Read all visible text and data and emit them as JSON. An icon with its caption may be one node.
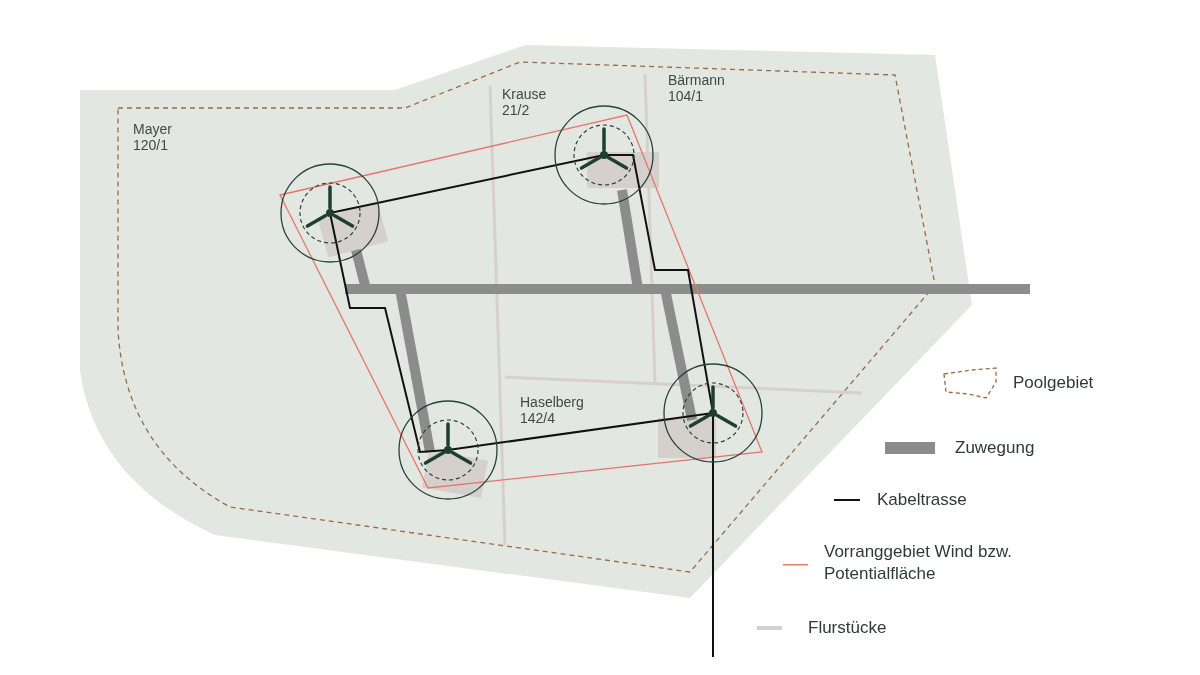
{
  "diagram": {
    "labels": [
      "Mayer 120/1",
      "Krause 21/2",
      "Bärmann 104/1",
      "Haselberg 142/4"
    ],
    "legend": [
      {
        "text": "Poolgebiet"
      },
      {
        "text": "Zuwegung"
      },
      {
        "text": "Kabeltrasse"
      },
      {
        "text": "Vorranggebiet Wind bzw. Potentialfläche"
      },
      {
        "text": "Flurstücke"
      }
    ]
  }
}
